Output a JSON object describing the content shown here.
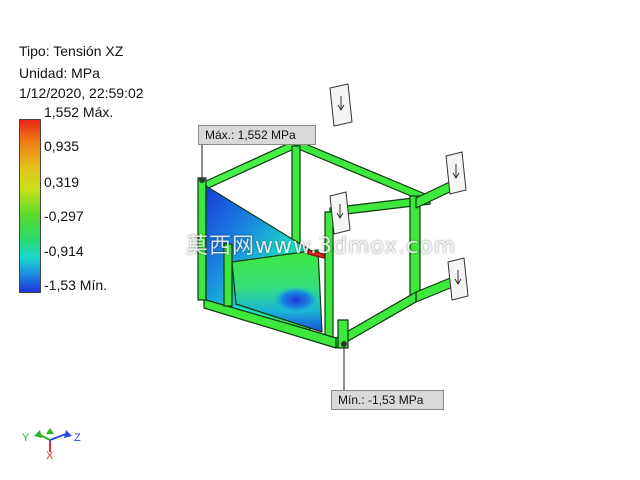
{
  "result_info": {
    "type_line": "Tipo: Tensión XZ",
    "unit_line": "Unidad: MPa",
    "date_line": "1/12/2020, 22:59:02"
  },
  "legend": {
    "ticks": [
      {
        "label": "1,552 Máx.",
        "value": 1.552
      },
      {
        "label": "0,935",
        "value": 0.935
      },
      {
        "label": "0,319",
        "value": 0.319
      },
      {
        "label": "-0,297",
        "value": -0.297
      },
      {
        "label": "-0,914",
        "value": -0.914
      },
      {
        "label": "-1,53 Mín.",
        "value": -1.53
      }
    ],
    "colors": [
      "#e8261a",
      "#e4c21a",
      "#5cdc2a",
      "#1ad8d0",
      "#1f36d8"
    ]
  },
  "callouts": {
    "max_label": "Máx.: 1,552 MPa",
    "min_label": "Mín.: -1,53 MPa"
  },
  "axes_triad": {
    "x": "X",
    "y": "Y",
    "z": "Z"
  },
  "watermark": "莫西网www.3dmox.com",
  "model_colors": {
    "frame": "#3ee83e",
    "edge": "#0e3a0e",
    "panel_blue": "#1f55d8"
  }
}
